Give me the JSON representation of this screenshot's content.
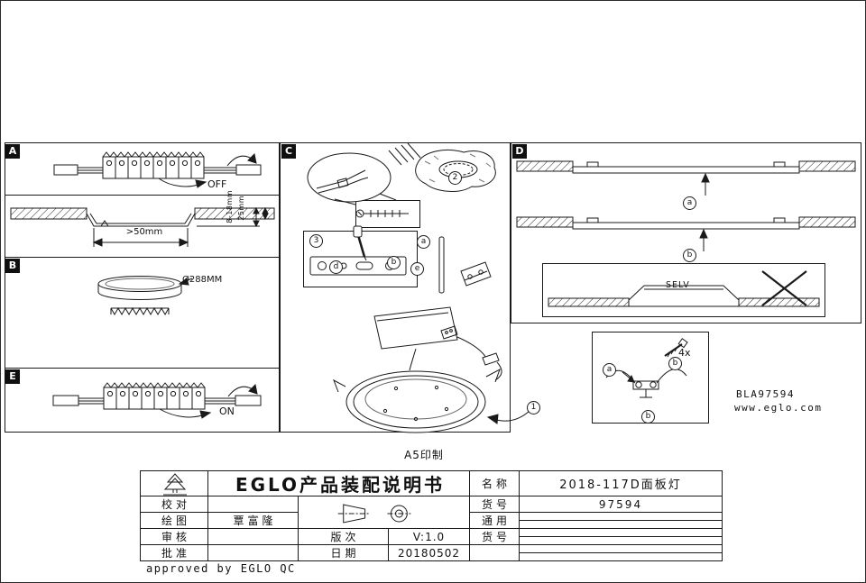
{
  "doc": {
    "print_size_note": "A5印制",
    "approved_note": "approved by EGLO QC",
    "product_code": "BLA97594",
    "website": "www.eglo.com"
  },
  "panel_a": {
    "label": "A",
    "switch_state": "OFF",
    "clearance_dim": ">50mm",
    "thickness_dim": "8-18mm",
    "depth_dim": "25mm"
  },
  "panel_b": {
    "label": "B",
    "diameter_dim": "Ø288MM"
  },
  "panel_c": {
    "label": "C",
    "step_1": "1",
    "step_2": "2",
    "step_3": "3",
    "part_a": "a",
    "part_b": "b",
    "part_d": "d",
    "part_e": "e"
  },
  "panel_d": {
    "label": "D",
    "option_a": "a",
    "option_b": "b",
    "selv_marking": "SELV"
  },
  "panel_e": {
    "label": "E",
    "switch_state": "ON"
  },
  "detail_box": {
    "part_a": "a",
    "part_b": "b",
    "part_b2": "b",
    "screw_qty": "4x"
  },
  "titleblock": {
    "title": "EGLO产品装配说明书",
    "check_label": "校对",
    "draft_label": "绘图",
    "draft_value": "覃富隆",
    "review_label": "审核",
    "approve_label": "批准",
    "name_label": "名称",
    "name_value": "2018-117D面板灯",
    "item_label": "货号",
    "item_value": "97594",
    "general_label": "通用",
    "item2_label": "货号",
    "version_label": "版次",
    "version_value": "V:1.0",
    "date_label": "日期",
    "date_value": "20180502"
  }
}
